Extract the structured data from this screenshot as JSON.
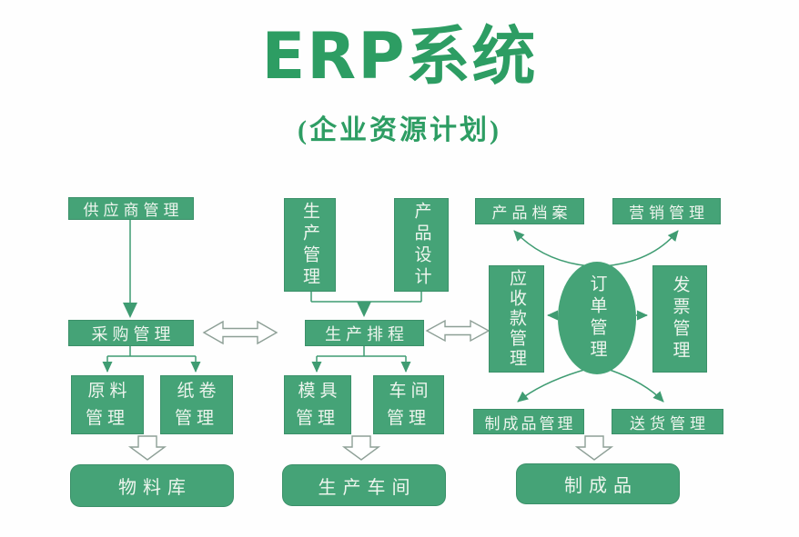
{
  "title": "ERP系统",
  "subtitle": "(企业资源计划)",
  "colors": {
    "node_green": "#45a377",
    "title_green": "#2d9d63",
    "connector_green": "#3f9c72",
    "hollow_outline_gray": "#8d9f96",
    "node_text": "#eef5ee"
  },
  "nodes": {
    "supplier": {
      "label": "供应商管理"
    },
    "purchase": {
      "label": "采购管理"
    },
    "raw_material": {
      "label": "原料\n管理"
    },
    "paper_roll": {
      "label": "纸卷\n管理"
    },
    "material_warehouse": {
      "label": "物料库"
    },
    "production_mgmt": {
      "label": "生产管理"
    },
    "product_design": {
      "label": "产品设计"
    },
    "production_schedule": {
      "label": "生产排程"
    },
    "mold": {
      "label": "模具\n管理"
    },
    "workshop_mgmt": {
      "label": "车间\n管理"
    },
    "production_workshop": {
      "label": "生产车间"
    },
    "product_archive": {
      "label": "产品档案"
    },
    "marketing": {
      "label": "营销管理"
    },
    "receivables": {
      "label": "应收款管理"
    },
    "order_mgmt": {
      "label": "订单管理"
    },
    "invoice": {
      "label": "发票管理"
    },
    "finished_mgmt": {
      "label": "制成品管理"
    },
    "delivery": {
      "label": "送货管理"
    },
    "finished_product": {
      "label": "制成品"
    }
  },
  "edges": [
    {
      "from": "supplier",
      "to": "purchase",
      "style": "arrow"
    },
    {
      "from": "purchase",
      "to": "raw_material",
      "style": "elbow-arrow"
    },
    {
      "from": "purchase",
      "to": "paper_roll",
      "style": "elbow-arrow"
    },
    {
      "from": "raw_material,paper_roll",
      "to": "material_warehouse",
      "style": "hollow-block-arrow"
    },
    {
      "from": "production_mgmt",
      "to": "production_schedule",
      "style": "merge-arrow"
    },
    {
      "from": "product_design",
      "to": "production_schedule",
      "style": "merge-arrow"
    },
    {
      "from": "purchase",
      "to": "production_schedule",
      "style": "double-hollow-arrow"
    },
    {
      "from": "production_schedule",
      "to": "receivables",
      "style": "double-hollow-arrow"
    },
    {
      "from": "production_schedule",
      "to": "mold",
      "style": "elbow-arrow"
    },
    {
      "from": "production_schedule",
      "to": "workshop_mgmt",
      "style": "elbow-arrow"
    },
    {
      "from": "mold,workshop_mgmt",
      "to": "production_workshop",
      "style": "hollow-block-arrow"
    },
    {
      "from": "order_mgmt",
      "to": "product_archive",
      "style": "curved-arrow"
    },
    {
      "from": "order_mgmt",
      "to": "marketing",
      "style": "curved-arrow"
    },
    {
      "from": "order_mgmt",
      "to": "receivables",
      "style": "arrow"
    },
    {
      "from": "order_mgmt",
      "to": "invoice",
      "style": "arrow"
    },
    {
      "from": "order_mgmt",
      "to": "finished_mgmt",
      "style": "curved-arrow"
    },
    {
      "from": "order_mgmt",
      "to": "delivery",
      "style": "curved-arrow"
    },
    {
      "from": "finished_mgmt,delivery",
      "to": "finished_product",
      "style": "hollow-block-arrow"
    }
  ]
}
